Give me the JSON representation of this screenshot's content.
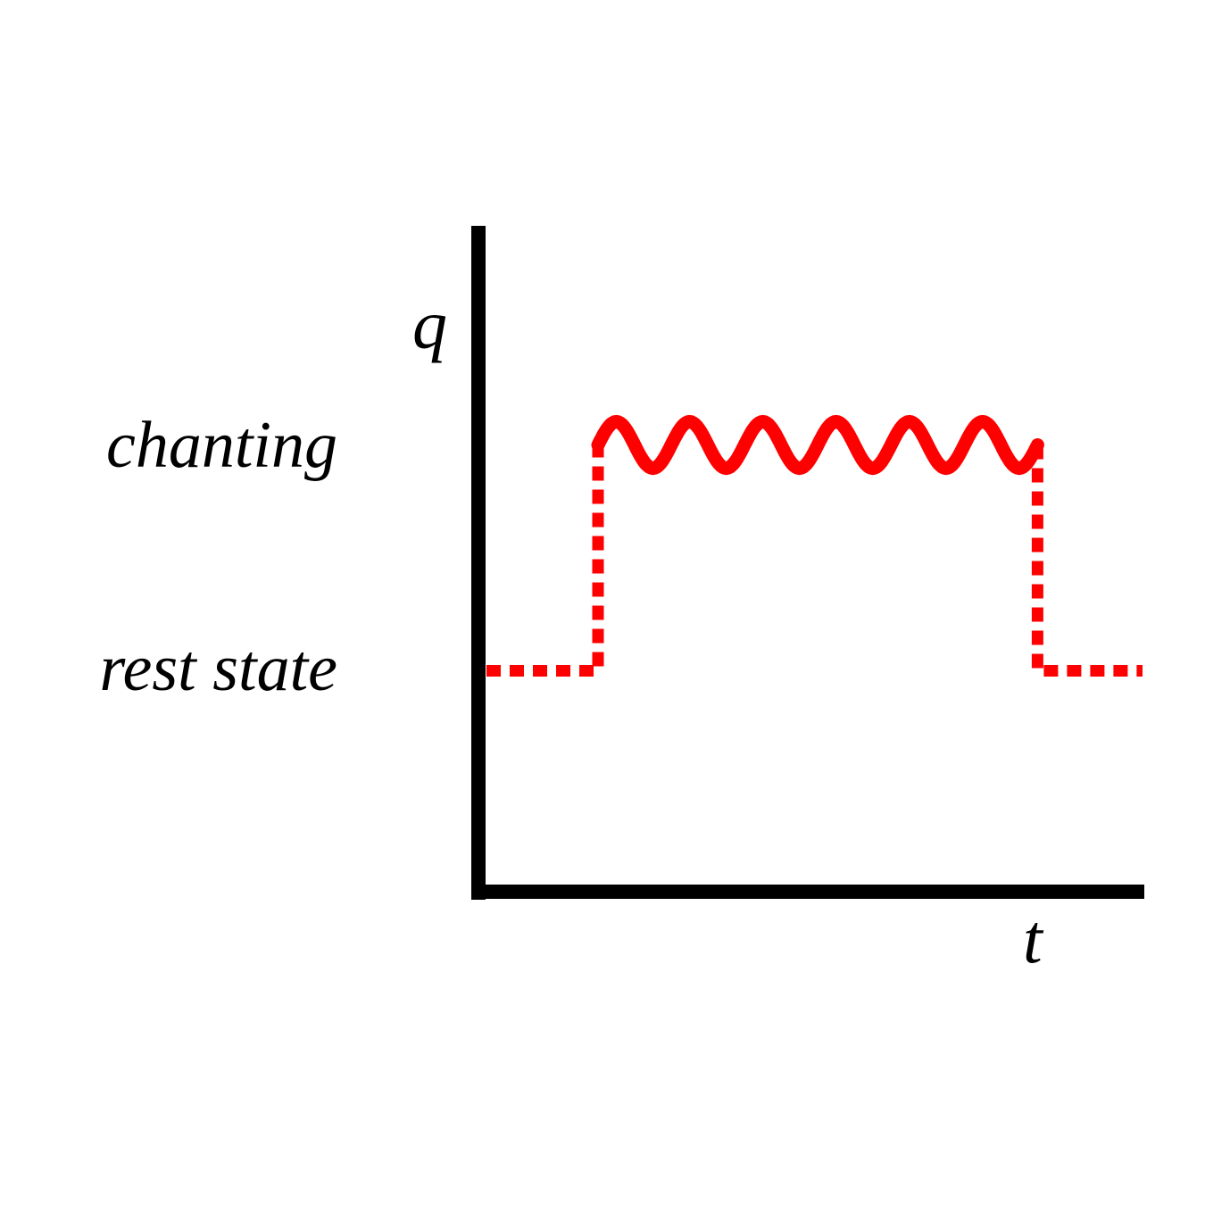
{
  "chart_data": {
    "type": "line",
    "title": "",
    "xlabel": "t",
    "ylabel": "q",
    "yticks": [
      "chanting",
      "rest state"
    ],
    "legend": "none",
    "grid": false,
    "xlim": [
      0,
      1
    ],
    "ylim": [
      0,
      1
    ],
    "levels": {
      "rest": 0.33,
      "chanting": 0.67
    },
    "segments": [
      {
        "style": "dotted",
        "points": [
          [
            0,
            0.33
          ],
          [
            0.17,
            0.33
          ],
          [
            0.17,
            0.67
          ]
        ]
      },
      {
        "style": "wavy",
        "from": 0.17,
        "to": 0.84,
        "level": 0.67,
        "cycles": 6,
        "amplitude": 0.035
      },
      {
        "style": "dotted",
        "points": [
          [
            0.84,
            0.67
          ],
          [
            0.84,
            0.33
          ],
          [
            1,
            0.33
          ]
        ]
      }
    ],
    "colors": {
      "series": "#ff0000",
      "axes": "#000000"
    }
  }
}
